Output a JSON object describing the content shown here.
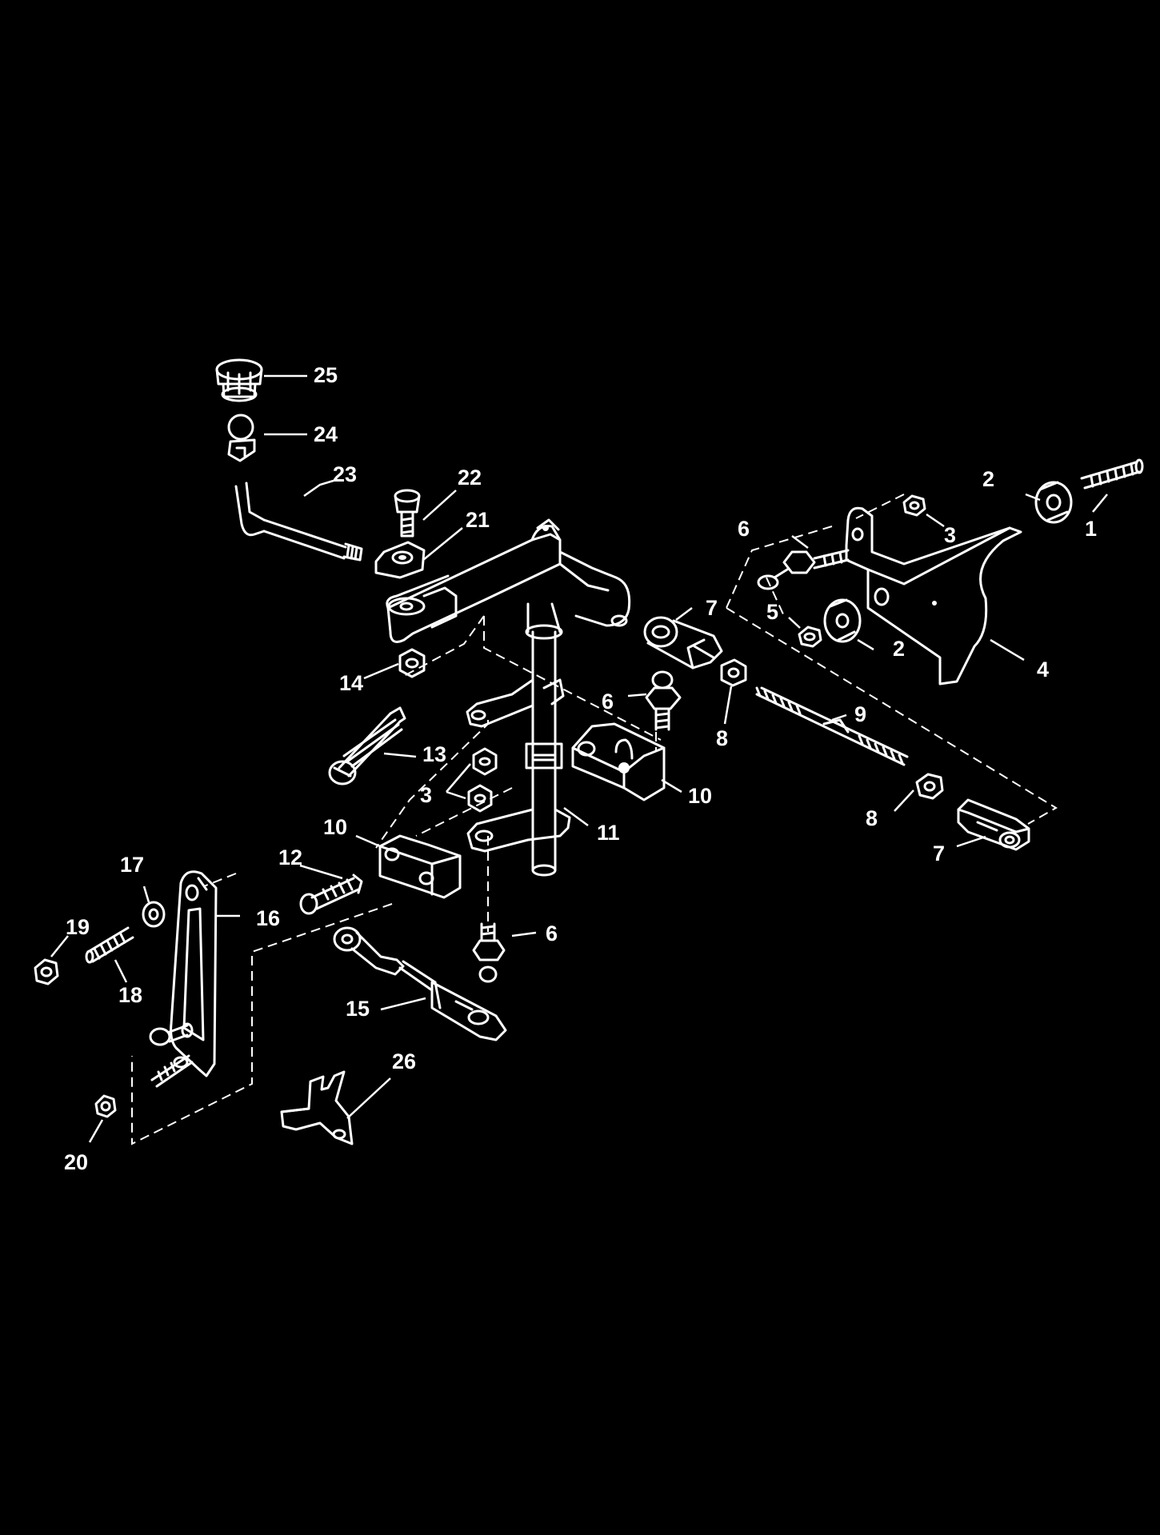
{
  "colors": {
    "background": "#000000",
    "linework": "#ffffff"
  },
  "callouts": [
    {
      "id": "c1",
      "text": "1"
    },
    {
      "id": "c2a",
      "text": "2"
    },
    {
      "id": "c2b",
      "text": "2"
    },
    {
      "id": "c3a",
      "text": "3"
    },
    {
      "id": "c3b",
      "text": "3"
    },
    {
      "id": "c4",
      "text": "4"
    },
    {
      "id": "c5",
      "text": "5"
    },
    {
      "id": "c6a",
      "text": "6"
    },
    {
      "id": "c6b",
      "text": "6"
    },
    {
      "id": "c6c",
      "text": "6"
    },
    {
      "id": "c7a",
      "text": "7"
    },
    {
      "id": "c7b",
      "text": "7"
    },
    {
      "id": "c8a",
      "text": "8"
    },
    {
      "id": "c8b",
      "text": "8"
    },
    {
      "id": "c9",
      "text": "9"
    },
    {
      "id": "c10a",
      "text": "10"
    },
    {
      "id": "c10b",
      "text": "10"
    },
    {
      "id": "c11",
      "text": "11"
    },
    {
      "id": "c12",
      "text": "12"
    },
    {
      "id": "c13",
      "text": "13"
    },
    {
      "id": "c14",
      "text": "14"
    },
    {
      "id": "c15",
      "text": "15"
    },
    {
      "id": "c16",
      "text": "16"
    },
    {
      "id": "c17",
      "text": "17"
    },
    {
      "id": "c18",
      "text": "18"
    },
    {
      "id": "c19",
      "text": "19"
    },
    {
      "id": "c20",
      "text": "20"
    },
    {
      "id": "c21",
      "text": "21"
    },
    {
      "id": "c22",
      "text": "22"
    },
    {
      "id": "c23",
      "text": "23"
    },
    {
      "id": "c24",
      "text": "24"
    },
    {
      "id": "c25",
      "text": "25"
    },
    {
      "id": "c26",
      "text": "26"
    }
  ]
}
